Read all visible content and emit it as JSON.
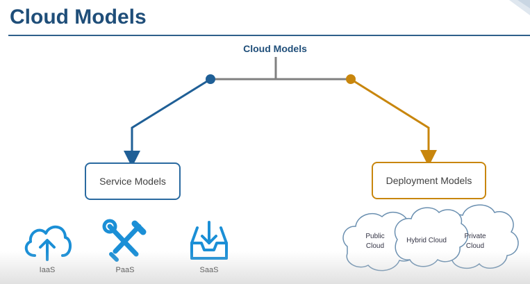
{
  "title": "Cloud Models",
  "diagram": {
    "root": "Cloud Models",
    "service_models": "Service Models",
    "deployment_models": "Deployment Models",
    "service_icons": [
      {
        "label": "IaaS",
        "icon": "cloud-upload-icon"
      },
      {
        "label": "PaaS",
        "icon": "tools-icon"
      },
      {
        "label": "SaaS",
        "icon": "inbox-download-icon"
      }
    ],
    "deployment_clouds": [
      {
        "label_line1": "Public",
        "label_line2": "Cloud"
      },
      {
        "label_line1": "Hybrid Cloud",
        "label_line2": ""
      },
      {
        "label_line1": "Private",
        "label_line2": "Cloud"
      }
    ]
  },
  "colors": {
    "title": "#1f4e79",
    "service_branch": "#1f5f96",
    "deployment_branch": "#c8860d",
    "connector": "#808080"
  }
}
